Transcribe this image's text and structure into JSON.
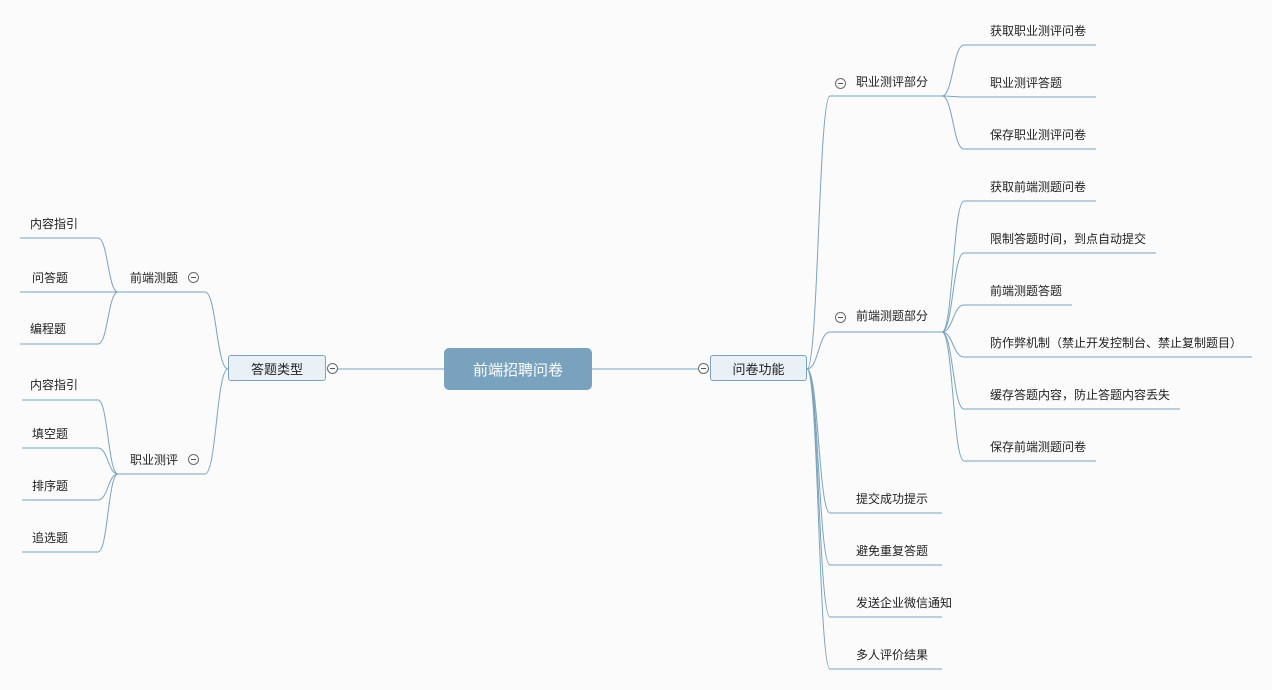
{
  "root": "前端招聘问卷",
  "left": {
    "label": "答题类型",
    "groups": [
      {
        "label": "前端测题",
        "items": [
          "内容指引",
          "问答题",
          "编程题"
        ]
      },
      {
        "label": "职业测评",
        "items": [
          "内容指引",
          "填空题",
          "排序题",
          "追选题"
        ]
      }
    ]
  },
  "right": {
    "label": "问卷功能",
    "groups": [
      {
        "label": "职业测评部分",
        "items": [
          "获取职业测评问卷",
          "职业测评答题",
          "保存职业测评问卷"
        ]
      },
      {
        "label": "前端测题部分",
        "items": [
          "获取前端测题问卷",
          "限制答题时间，到点自动提交",
          "前端测题答题",
          "防作弊机制（禁止开发控制台、禁止复制题目）",
          "缓存答题内容，防止答题内容丢失",
          "保存前端测题问卷"
        ]
      }
    ],
    "leaves": [
      "提交成功提示",
      "避免重复答题",
      "发送企业微信通知",
      "多人评价结果"
    ]
  },
  "colors": {
    "accent": "#79a2bf",
    "line": "#7aa3bf",
    "box_fill": "#e9f1f7"
  },
  "icons": {
    "toggle": "collapse-minus-icon"
  }
}
